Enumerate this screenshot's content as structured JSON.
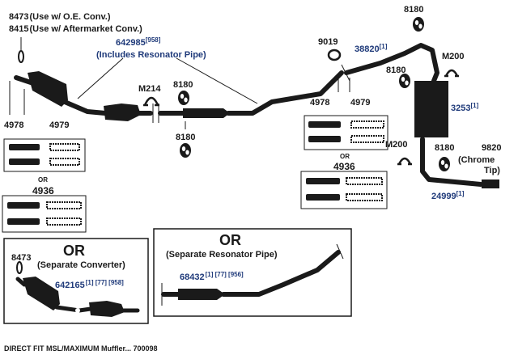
{
  "labels": {
    "p8473_top": "8473",
    "p8473_top_note": "(Use w/ O.E. Conv.)",
    "p8415": "8415",
    "p8415_note": "(Use w/ Aftermarket Conv.)",
    "p642985": "642985",
    "p642985_sup": "[958]",
    "p642985_note": "(Includes Resonator Pipe)",
    "p8180_top": "8180",
    "p9019": "9019",
    "p38820": "38820",
    "p38820_sup": "[1]",
    "pM200_top": "M200",
    "p8180_right": "8180",
    "pM214": "M214",
    "p8180_mid_top": "8180",
    "p8180_mid_bot": "8180",
    "p4978_left": "4978",
    "p4979_left": "4979",
    "p4978_right": "4978",
    "p4979_right": "4979",
    "p3253": "3253",
    "p3253_sup": "[1]",
    "pM200_bot": "M200",
    "p8180_bot": "8180",
    "p9820": "9820",
    "p9820_note1": "(Chrome",
    "p9820_note2": "Tip)",
    "p24999": "24999",
    "p24999_sup": "[1]",
    "or_left": "OR",
    "p4936_left": "4936",
    "or_right": "OR",
    "p4936_right": "4936",
    "box1_or": "OR",
    "box1_note": "(Separate Converter)",
    "box1_8473": "8473",
    "box1_642165": "642165",
    "box1_642165_sup": "[1] [77] [958]",
    "box2_or": "OR",
    "box2_note": "(Separate Resonator Pipe)",
    "box2_68432": "68432",
    "box2_68432_sup": "[1] [77] [956]"
  },
  "caption": "DIRECT FIT MSL/MAXIMUM Muffler... 700098"
}
